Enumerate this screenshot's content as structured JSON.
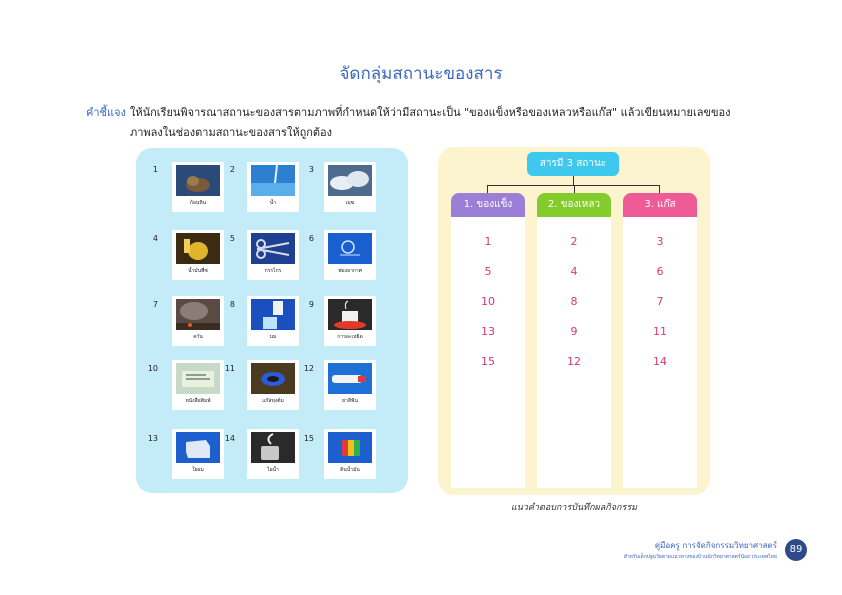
{
  "header": {
    "title": "จัดกลุ่มสถานะของสาร"
  },
  "instruction": {
    "label": "คำชี้แจง",
    "text": "ให้นักเรียนพิจารณาสถานะของสารตามภาพที่กำหนดให้ว่ามีสถานะเป็น \"ของแข็งหรือของเหลวหรือแก๊ส\" แล้วเขียนหมายเลขของภาพลงในช่องตามสถานะของสารให้ถูกต้อง"
  },
  "pictures": [
    {
      "num": "1",
      "label": "ก้อนหิน",
      "icon": "rock-photo"
    },
    {
      "num": "2",
      "label": "น้ำ",
      "icon": "water-photo"
    },
    {
      "num": "3",
      "label": "เมฆ",
      "icon": "cloud-photo"
    },
    {
      "num": "4",
      "label": "น้ำมันพืช",
      "icon": "oil-photo"
    },
    {
      "num": "5",
      "label": "กรรไกร",
      "icon": "scissors-photo"
    },
    {
      "num": "6",
      "label": "ฟองอากาศ",
      "icon": "bubble-photo"
    },
    {
      "num": "7",
      "label": "ควัน",
      "icon": "smoke-photo"
    },
    {
      "num": "8",
      "label": "นม",
      "icon": "milk-photo"
    },
    {
      "num": "9",
      "label": "การละเหยิด",
      "icon": "vapor-photo"
    },
    {
      "num": "10",
      "label": "หนังสือพิมพ์",
      "icon": "newspaper-photo"
    },
    {
      "num": "11",
      "label": "แก๊สหุงต้ม",
      "icon": "gas-stove-photo"
    },
    {
      "num": "12",
      "label": "ยาสีฟัน",
      "icon": "toothpaste-photo"
    },
    {
      "num": "13",
      "label": "ใยผม",
      "icon": "tissue-box-photo"
    },
    {
      "num": "14",
      "label": "ไอน้ำ",
      "icon": "steam-photo"
    },
    {
      "num": "15",
      "label": "ดินน้ำมัน",
      "icon": "clay-photo"
    }
  ],
  "diagram": {
    "root": "สารมี  3  สถานะ",
    "columns": [
      {
        "label": "1. ของแข็ง",
        "color": "#9b7fd6",
        "values": [
          "1",
          "5",
          "10",
          "13",
          "15"
        ]
      },
      {
        "label": "2. ของเหลว",
        "color": "#84cc2b",
        "values": [
          "2",
          "4",
          "8",
          "9",
          "12"
        ]
      },
      {
        "label": "3. แก๊ส",
        "color": "#ee5b97",
        "values": [
          "3",
          "6",
          "7",
          "11",
          "14"
        ]
      }
    ],
    "caption": "แนวคำตอบการบันทึกผลกิจกรรม"
  },
  "footer": {
    "title": "คู่มือครู  การจัดกิจกรรมวิทยาศาสตร์",
    "subtitle": "สำหรับเด็กปฐมวัยตามแนวทางของบ้านนักวิทยาศาสตร์น้อย ประเทศไทย",
    "page": "89"
  },
  "colors": {
    "accent": "#3a67c4",
    "left_panel": "#c4ecf8",
    "right_panel": "#fcf4cf",
    "root_box": "#3fc8ee",
    "answer": "#d63a73"
  }
}
